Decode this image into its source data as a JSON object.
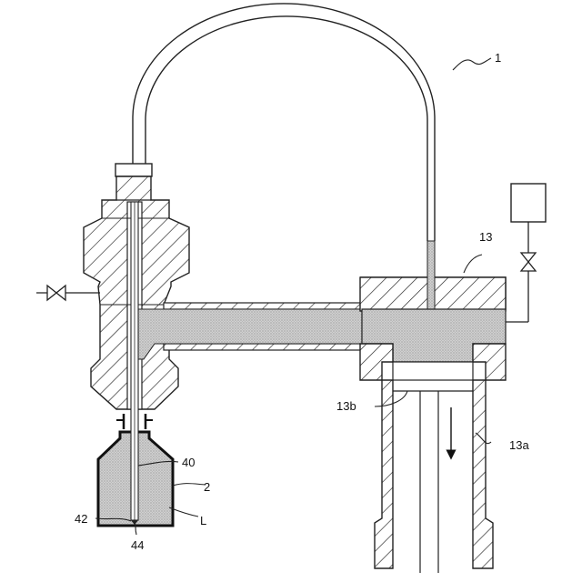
{
  "labels": {
    "device": "1",
    "container": "2",
    "pipe": "13",
    "pipe_outlet": "13a",
    "pipe_inner": "13b",
    "needle": "40",
    "needle_lower": "42",
    "needle_tip": "44",
    "liquid": "L"
  }
}
